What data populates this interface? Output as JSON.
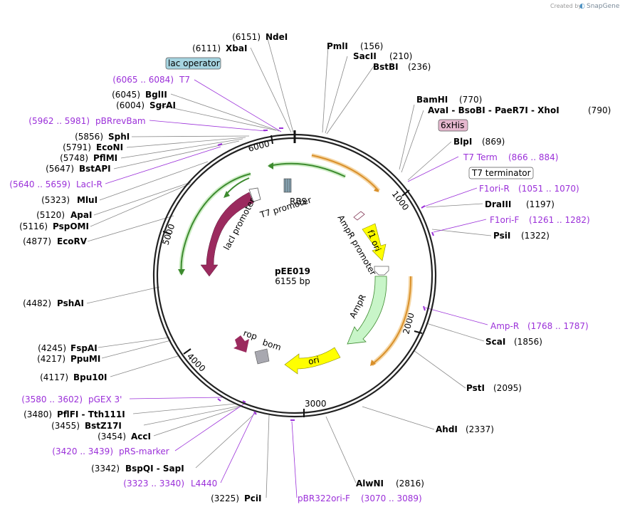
{
  "watermark": {
    "text": "Created by",
    "brand": "SnapGene"
  },
  "plasmid": {
    "name": "pEE019",
    "size": "6155 bp"
  },
  "ticks": [
    "1000",
    "2000",
    "3000",
    "4000",
    "5000",
    "6000"
  ],
  "enzymes": [
    {
      "pos": "(6151)",
      "name": "NdeI"
    },
    {
      "pos": "(6111)",
      "name": "XbaI"
    },
    {
      "pos": "(156)",
      "name": "PmlI"
    },
    {
      "pos": "(210)",
      "name": "SacII"
    },
    {
      "pos": "(236)",
      "name": "BstBI"
    },
    {
      "pos": "(6045)",
      "name": "BglII"
    },
    {
      "pos": "(6004)",
      "name": "SgrAI"
    },
    {
      "pos": "(770)",
      "name": "BamHI"
    },
    {
      "pos": "(790)",
      "name": "AvaI - BsoBI - PaeR7I - XhoI"
    },
    {
      "pos": "(5856)",
      "name": "SphI"
    },
    {
      "pos": "(5791)",
      "name": "EcoNI"
    },
    {
      "pos": "(5748)",
      "name": "PflMI"
    },
    {
      "pos": "(5647)",
      "name": "BstAPI"
    },
    {
      "pos": "(869)",
      "name": "BlpI"
    },
    {
      "pos": "(5323)",
      "name": "MluI"
    },
    {
      "pos": "(1197)",
      "name": "DraIII"
    },
    {
      "pos": "(5120)",
      "name": "ApaI"
    },
    {
      "pos": "(5116)",
      "name": "PspOMI"
    },
    {
      "pos": "(1322)",
      "name": "PsiI"
    },
    {
      "pos": "(4877)",
      "name": "EcoRV"
    },
    {
      "pos": "(4482)",
      "name": "PshAI"
    },
    {
      "pos": "(1856)",
      "name": "ScaI"
    },
    {
      "pos": "(4245)",
      "name": "FspAI"
    },
    {
      "pos": "(4217)",
      "name": "PpuMI"
    },
    {
      "pos": "(4117)",
      "name": "Bpu10I"
    },
    {
      "pos": "(2095)",
      "name": "PstI"
    },
    {
      "pos": "(3480)",
      "name": "PflFI - Tth111I"
    },
    {
      "pos": "(3455)",
      "name": "BstZ17I"
    },
    {
      "pos": "(3454)",
      "name": "AccI"
    },
    {
      "pos": "(2337)",
      "name": "AhdI"
    },
    {
      "pos": "(3342)",
      "name": "BspQI - SapI"
    },
    {
      "pos": "(2816)",
      "name": "AlwNI"
    },
    {
      "pos": "(3225)",
      "name": "PciI"
    }
  ],
  "primers": [
    {
      "range": "(6065 .. 6084)",
      "name": "T7"
    },
    {
      "range": "(5962 .. 5981)",
      "name": "pBRrevBam"
    },
    {
      "range": "(5640 .. 5659)",
      "name": "LacI-R"
    },
    {
      "range": "(866 .. 884)",
      "name": "T7 Term"
    },
    {
      "range": "(1051 .. 1070)",
      "name": "F1ori-R"
    },
    {
      "range": "(1261 .. 1282)",
      "name": "F1ori-F"
    },
    {
      "range": "(1768 .. 1787)",
      "name": "Amp-R"
    },
    {
      "range": "(3580 .. 3602)",
      "name": "pGEX 3'"
    },
    {
      "range": "(3420 .. 3439)",
      "name": "pRS-marker"
    },
    {
      "range": "(3323 .. 3340)",
      "name": "L4440"
    },
    {
      "range": "(3070 .. 3089)",
      "name": "pBR322ori-F"
    }
  ],
  "boxed_features": {
    "lac_operator": "lac operator",
    "sixhis": "6xHis",
    "t7_terminator": "T7 terminator"
  },
  "features": {
    "laci": "lacI",
    "laci_promoter": "lacI promoter",
    "t7_promoter": "T7 promoter",
    "rbs": "RBS",
    "ampr_promoter": "AmpR promoter",
    "f1_ori": "f1 ori",
    "ampr": "AmpR",
    "ori": "ori",
    "rop": "rop",
    "bom": "bom"
  },
  "colors": {
    "enzyme": "#000000",
    "primer": "#9b30d9",
    "laci": "#9b2a5e",
    "ampr": "#c8f5c8",
    "f1ori": "#ffff00",
    "ori": "#ffff00",
    "orange": "#d9902b",
    "green": "#3c8a2e"
  }
}
